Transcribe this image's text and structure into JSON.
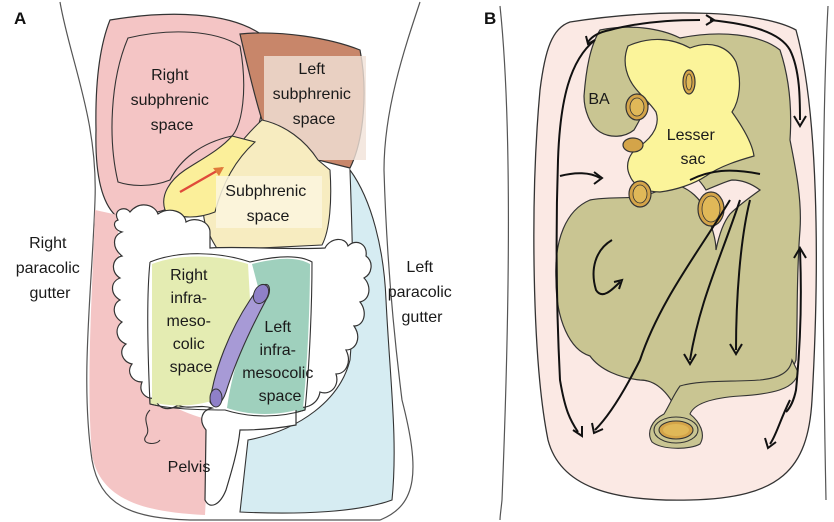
{
  "panel_a": {
    "letter": "A",
    "labels": {
      "right_subphrenic": [
        "Right",
        "subphrenic",
        "space"
      ],
      "left_subphrenic": [
        "Left",
        "subphrenic",
        "space"
      ],
      "subphrenic": [
        "Subphrenic",
        "space"
      ],
      "right_paracolic": [
        "Right",
        "paracolic",
        "gutter"
      ],
      "left_paracolic": [
        "Left",
        "paracolic",
        "gutter"
      ],
      "right_inframesocolic": [
        "Right",
        "infra-",
        "meso-",
        "colic",
        "space"
      ],
      "left_inframesocolic": [
        "Left",
        "infra-",
        "mesocolic",
        "space"
      ],
      "pelvis": "Pelvis"
    }
  },
  "panel_b": {
    "letter": "B",
    "labels": {
      "ba": "BA",
      "lesser_sac": [
        "Lesser",
        "sac"
      ]
    }
  },
  "colors": {
    "right_subphrenic": "#f4c5c5",
    "left_subphrenic": "#c8866a",
    "liver_left": "#f7ecc0",
    "subhepatic": "#fbef9a",
    "right_inframesocolic": "#e4ecb2",
    "left_inframesocolic": "#9fd0bd",
    "left_paracolic": "#d6ecf2",
    "mesentery": "#a79ad6",
    "peritoneum_fill": "#fbe9e4",
    "omentum": "#c9c592",
    "lesser_sac": "#fbf49a",
    "vessel": "#d4a449",
    "arrow_red": "#e04a3a"
  }
}
